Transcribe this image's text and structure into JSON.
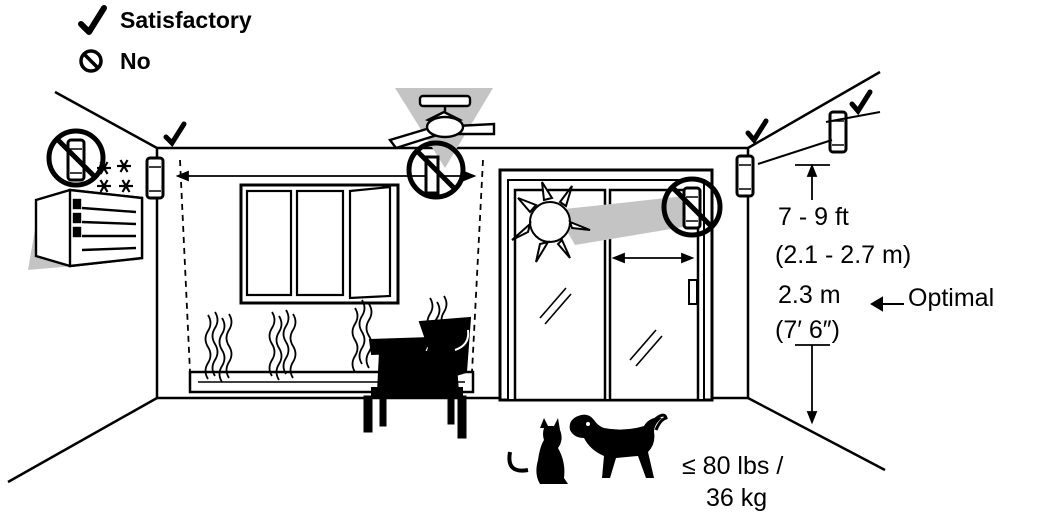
{
  "legend": {
    "satisfactory": "Satisfactory",
    "no": "No"
  },
  "height": {
    "range_ft": "7 - 9 ft",
    "range_m": "(2.1 - 2.7 m)",
    "optimal_m": "2.3 m",
    "optimal_ftin": "(7′ 6″)",
    "optimal_label": "Optimal"
  },
  "pets": {
    "weight_line1": "≤ 80 lbs /",
    "weight_line2": "36 kg"
  },
  "icons": {
    "ok": "check-mark-icon",
    "no": "prohibited-icon",
    "snow": "snowflake-icon",
    "sun": "sun-icon"
  },
  "colors": {
    "ink": "#000000",
    "beam": "#c4c4c4",
    "glass": "#ffffff"
  }
}
